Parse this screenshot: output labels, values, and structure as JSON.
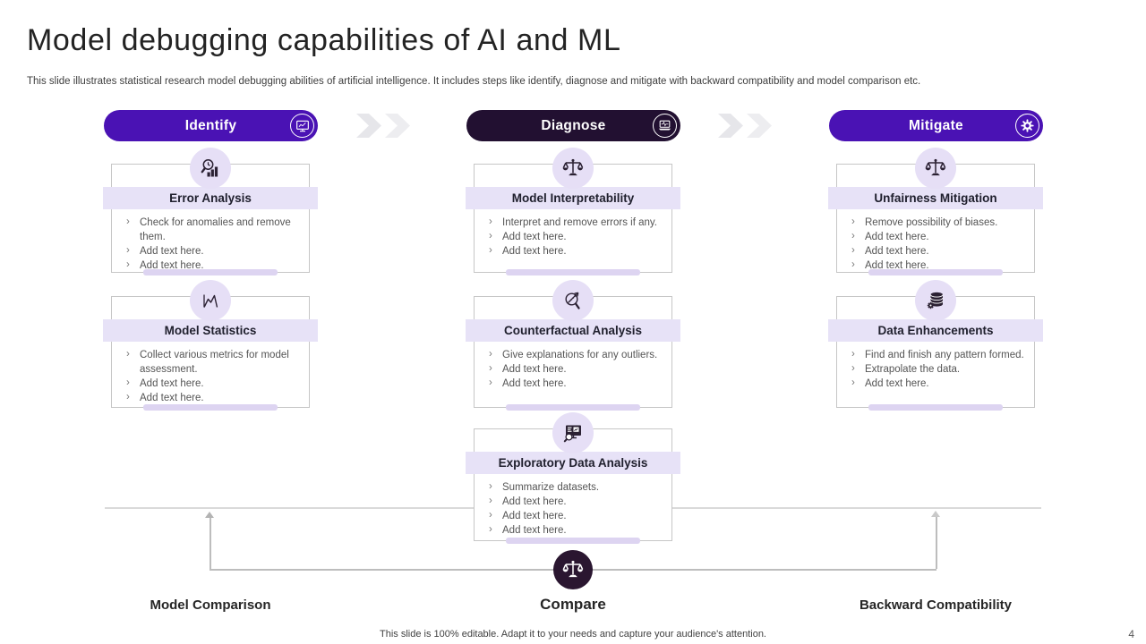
{
  "slide": {
    "title": "Model debugging capabilities of AI and ML",
    "subtitle": "This slide illustrates statistical research model debugging abilities of artificial intelligence. It includes steps like identify, diagnose and mitigate with backward compatibility and model comparison etc.",
    "footer": "This slide is 100% editable. Adapt it to your needs and capture your audience's attention.",
    "page_number": "4"
  },
  "colors": {
    "accent_purple": "#4a12b4",
    "dark_plum": "#221031",
    "lavender_band": "#e7e2f7",
    "lavender_circle": "#e6dff6",
    "shadow_bar": "#ddd4f1",
    "card_border": "#c6c6c6",
    "chevron_gray": "#e9e9ec"
  },
  "stages": [
    {
      "label": "Identify",
      "icon": "monitor-chart-icon",
      "color": "#4a12b4"
    },
    {
      "label": "Diagnose",
      "icon": "laptop-pulse-icon",
      "color": "#221031"
    },
    {
      "label": "Mitigate",
      "icon": "gear-icon",
      "color": "#4a12b4"
    }
  ],
  "columns": [
    {
      "stage": "Identify",
      "cards": [
        {
          "icon": "magnifier-bars-icon",
          "title": "Error Analysis",
          "bullets": [
            "Check for anomalies and remove them.",
            "Add text here.",
            "Add text here."
          ]
        },
        {
          "icon": "line-chart-icon",
          "title": "Model Statistics",
          "bullets": [
            "Collect various metrics for model assessment.",
            "Add text here.",
            "Add text here."
          ]
        }
      ]
    },
    {
      "stage": "Diagnose",
      "cards": [
        {
          "icon": "balance-scale-icon",
          "title": "Model Interpretability",
          "bullets": [
            "Interpret and remove errors if any.",
            "Add text here.",
            "Add text here."
          ]
        },
        {
          "icon": "magnifier-arrow-icon",
          "title": "Counterfactual Analysis",
          "bullets": [
            "Give explanations for any outliers.",
            "Add text here.",
            "Add text here."
          ]
        },
        {
          "icon": "monitor-magnifier-icon",
          "title": "Exploratory Data Analysis",
          "bullets": [
            "Summarize datasets.",
            "Add text here.",
            "Add text here.",
            "Add text here."
          ]
        }
      ]
    },
    {
      "stage": "Mitigate",
      "cards": [
        {
          "icon": "balance-scale-icon",
          "title": "Unfairness Mitigation",
          "bullets": [
            "Remove possibility of biases.",
            "Add text here.",
            "Add text here.",
            "Add text here."
          ]
        },
        {
          "icon": "database-gear-icon",
          "title": "Data Enhancements",
          "bullets": [
            "Find and finish any pattern formed.",
            "Extrapolate the data.",
            "Add text here."
          ]
        }
      ]
    }
  ],
  "bottom": {
    "left_label": "Model Comparison",
    "center_label": "Compare",
    "center_icon": "balance-scale-icon",
    "right_label": "Backward Compatibility"
  }
}
